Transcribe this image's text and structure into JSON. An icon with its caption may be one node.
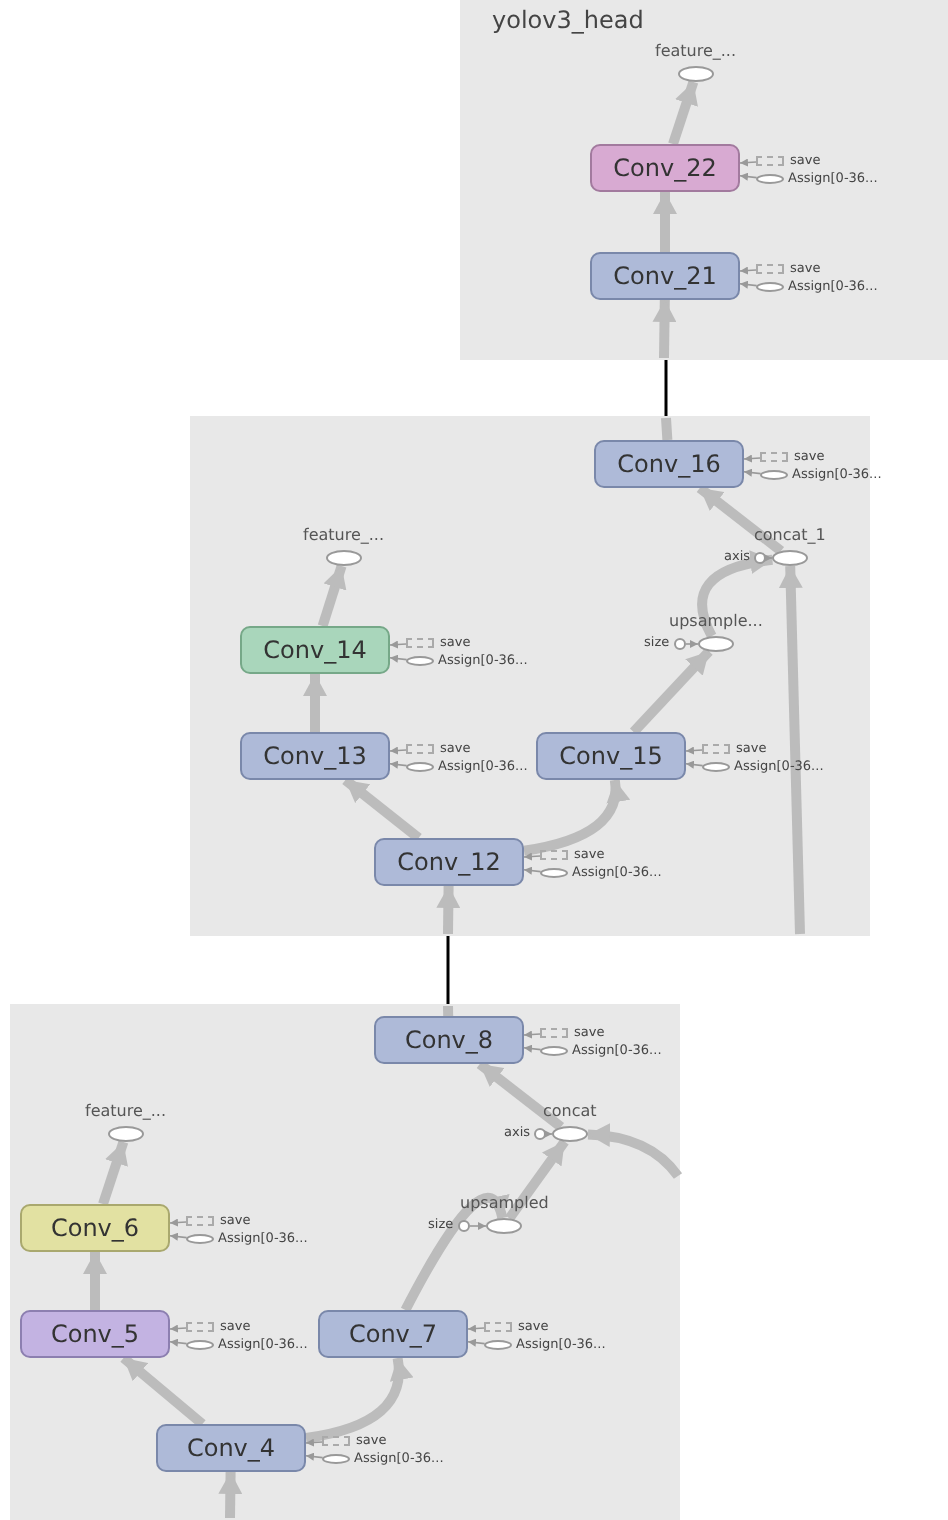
{
  "diagram": {
    "nodes": [
      {
        "text": [
          "yolov3_head"
        ]
      },
      {
        "text": [],
        "shape": "ellipse",
        "beside": [
          "feature_..."
        ],
        "in": 0
      },
      {
        "text": [
          "Conv_22"
        ],
        "in": 0
      },
      {
        "text": [],
        "shape": "box",
        "beside": [
          "save"
        ],
        "in": 0
      },
      {
        "text": [],
        "shape": "ellipse",
        "beside": [
          "Assign[0-36..."
        ],
        "in": 0
      },
      {
        "text": [
          "Conv_21"
        ],
        "in": 0
      },
      {
        "text": [],
        "shape": "box",
        "beside": [
          "save"
        ],
        "in": 0
      },
      {
        "text": [],
        "shape": "ellipse",
        "beside": [
          "Assign[0-36..."
        ],
        "in": 0
      },
      {
        "text": [],
        "shape": "box"
      },
      {
        "text": [
          "Conv_16"
        ],
        "in": 8
      },
      {
        "text": [],
        "shape": "box",
        "beside": [
          "save"
        ],
        "in": 8
      },
      {
        "text": [],
        "shape": "ellipse",
        "beside": [
          "Assign[0-36..."
        ],
        "in": 8
      },
      {
        "text": [],
        "shape": "ellipse",
        "beside": [
          "concat_1"
        ],
        "in": 8
      },
      {
        "text": [],
        "shape": "circle",
        "beside": [
          "axis"
        ],
        "in": 8
      },
      {
        "text": [],
        "shape": "ellipse",
        "beside": [
          "feature_..."
        ],
        "in": 8
      },
      {
        "text": [],
        "shape": "ellipse",
        "beside": [
          "upsample..."
        ],
        "in": 8
      },
      {
        "text": [],
        "shape": "circle",
        "beside": [
          "size"
        ],
        "in": 8
      },
      {
        "text": [
          "Conv_14"
        ],
        "in": 8
      },
      {
        "text": [],
        "shape": "box",
        "beside": [
          "save"
        ],
        "in": 8
      },
      {
        "text": [],
        "shape": "ellipse",
        "beside": [
          "Assign[0-36..."
        ],
        "in": 8
      },
      {
        "text": [
          "Conv_13"
        ],
        "in": 8
      },
      {
        "text": [],
        "shape": "box",
        "beside": [
          "save"
        ],
        "in": 8
      },
      {
        "text": [],
        "shape": "ellipse",
        "beside": [
          "Assign[0-36..."
        ],
        "in": 8
      },
      {
        "text": [
          "Conv_15"
        ],
        "in": 8
      },
      {
        "text": [],
        "shape": "box",
        "beside": [
          "save"
        ],
        "in": 8
      },
      {
        "text": [],
        "shape": "ellipse",
        "beside": [
          "Assign[0-36..."
        ],
        "in": 8
      },
      {
        "text": [
          "Conv_12"
        ],
        "in": 8
      },
      {
        "text": [],
        "shape": "box",
        "beside": [
          "save"
        ],
        "in": 8
      },
      {
        "text": [],
        "shape": "ellipse",
        "beside": [
          "Assign[0-36..."
        ],
        "in": 8
      },
      {
        "text": [],
        "shape": "box"
      },
      {
        "text": [
          "Conv_8"
        ],
        "in": 29
      },
      {
        "text": [],
        "shape": "box",
        "beside": [
          "save"
        ],
        "in": 29
      },
      {
        "text": [],
        "shape": "ellipse",
        "beside": [
          "Assign[0-36..."
        ],
        "in": 29
      },
      {
        "text": [],
        "shape": "ellipse",
        "beside": [
          "concat"
        ],
        "in": 29
      },
      {
        "text": [],
        "shape": "circle",
        "beside": [
          "axis"
        ],
        "in": 29
      },
      {
        "text": [],
        "shape": "ellipse",
        "beside": [
          "feature_..."
        ],
        "in": 29
      },
      {
        "text": [],
        "shape": "ellipse",
        "beside": [
          "upsampled"
        ],
        "in": 29
      },
      {
        "text": [],
        "shape": "circle",
        "beside": [
          "size"
        ],
        "in": 29
      },
      {
        "text": [
          "Conv_6"
        ],
        "in": 29
      },
      {
        "text": [],
        "shape": "box",
        "beside": [
          "save"
        ],
        "in": 29
      },
      {
        "text": [],
        "shape": "ellipse",
        "beside": [
          "Assign[0-36..."
        ],
        "in": 29
      },
      {
        "text": [
          "Conv_5"
        ],
        "in": 29
      },
      {
        "text": [],
        "shape": "box",
        "beside": [
          "save"
        ],
        "in": 29
      },
      {
        "text": [],
        "shape": "ellipse",
        "beside": [
          "Assign[0-36..."
        ],
        "in": 29
      },
      {
        "text": [
          "Conv_7"
        ],
        "in": 29
      },
      {
        "text": [],
        "shape": "box",
        "beside": [
          "save"
        ],
        "in": 29
      },
      {
        "text": [],
        "shape": "ellipse",
        "beside": [
          "Assign[0-36..."
        ],
        "in": 29
      },
      {
        "text": [
          "Conv_4"
        ],
        "in": 29
      },
      {
        "text": [],
        "shape": "box",
        "beside": [
          "save"
        ],
        "in": 29
      },
      {
        "text": [],
        "shape": "ellipse",
        "beside": [
          "Assign[0-36..."
        ],
        "in": 29
      }
    ],
    "edges": [
      {
        "from": 5,
        "to": 2,
        "arrow": "to",
        "style": "thick"
      },
      {
        "from": 2,
        "to": 1,
        "arrow": "to",
        "style": "thick"
      },
      {
        "from": null,
        "to": 5,
        "arrow": "to",
        "style": "thick"
      },
      {
        "from": 3,
        "to": 2,
        "arrow": "to"
      },
      {
        "from": 4,
        "to": 2,
        "arrow": "to"
      },
      {
        "from": 6,
        "to": 5,
        "arrow": "to"
      },
      {
        "from": 7,
        "to": 5,
        "arrow": "to"
      },
      {
        "from": 8,
        "to": 0,
        "arrow": "none",
        "color": "#000000"
      },
      {
        "from": 9,
        "to": null,
        "arrow": "none",
        "style": "thick"
      },
      {
        "from": 12,
        "to": 9,
        "arrow": "to",
        "style": "thick"
      },
      {
        "from": 15,
        "to": 12,
        "arrow": "to",
        "style": "thick"
      },
      {
        "from": 23,
        "to": 15,
        "arrow": "to",
        "style": "thick"
      },
      {
        "from": 26,
        "to": 20,
        "arrow": "to",
        "style": "thick"
      },
      {
        "from": 26,
        "to": 23,
        "arrow": "to",
        "style": "thick"
      },
      {
        "from": 20,
        "to": 17,
        "arrow": "to",
        "style": "thick"
      },
      {
        "from": 17,
        "to": 14,
        "arrow": "to",
        "style": "thick"
      },
      {
        "from": null,
        "to": 12,
        "arrow": "to",
        "style": "thick"
      },
      {
        "from": null,
        "to": 26,
        "arrow": "to",
        "style": "thick"
      },
      {
        "from": 13,
        "to": 12,
        "arrow": "to"
      },
      {
        "from": 16,
        "to": 15,
        "arrow": "to"
      },
      {
        "from": 10,
        "to": 9,
        "arrow": "to"
      },
      {
        "from": 11,
        "to": 9,
        "arrow": "to"
      },
      {
        "from": 18,
        "to": 17,
        "arrow": "to"
      },
      {
        "from": 19,
        "to": 17,
        "arrow": "to"
      },
      {
        "from": 21,
        "to": 20,
        "arrow": "to"
      },
      {
        "from": 22,
        "to": 20,
        "arrow": "to"
      },
      {
        "from": 24,
        "to": 23,
        "arrow": "to"
      },
      {
        "from": 25,
        "to": 23,
        "arrow": "to"
      },
      {
        "from": 27,
        "to": 26,
        "arrow": "to"
      },
      {
        "from": 28,
        "to": 26,
        "arrow": "to"
      },
      {
        "from": 29,
        "to": 8,
        "arrow": "none",
        "color": "#000000"
      },
      {
        "from": 30,
        "to": null,
        "arrow": "none",
        "style": "thick"
      },
      {
        "from": 33,
        "to": 30,
        "arrow": "to",
        "style": "thick"
      },
      {
        "from": 36,
        "to": 33,
        "arrow": "to",
        "style": "thick"
      },
      {
        "from": 44,
        "to": 36,
        "arrow": "to",
        "style": "thick"
      },
      {
        "from": 47,
        "to": 41,
        "arrow": "to",
        "style": "thick"
      },
      {
        "from": 47,
        "to": 44,
        "arrow": "to",
        "style": "thick"
      },
      {
        "from": 41,
        "to": 38,
        "arrow": "to",
        "style": "thick"
      },
      {
        "from": 38,
        "to": 35,
        "arrow": "to",
        "style": "thick"
      },
      {
        "from": null,
        "to": 33,
        "arrow": "to",
        "style": "thick"
      },
      {
        "from": null,
        "to": 47,
        "arrow": "to",
        "style": "thick"
      },
      {
        "from": 34,
        "to": 33,
        "arrow": "to"
      },
      {
        "from": 37,
        "to": 36,
        "arrow": "to"
      },
      {
        "from": 31,
        "to": 30,
        "arrow": "to"
      },
      {
        "from": 32,
        "to": 30,
        "arrow": "to"
      },
      {
        "from": 39,
        "to": 38,
        "arrow": "to"
      },
      {
        "from": 40,
        "to": 38,
        "arrow": "to"
      },
      {
        "from": 42,
        "to": 41,
        "arrow": "to"
      },
      {
        "from": 43,
        "to": 41,
        "arrow": "to"
      },
      {
        "from": 45,
        "to": 44,
        "arrow": "to"
      },
      {
        "from": 46,
        "to": 44,
        "arrow": "to"
      },
      {
        "from": 48,
        "to": 47,
        "arrow": "to"
      },
      {
        "from": 49,
        "to": 47,
        "arrow": "to"
      }
    ]
  }
}
